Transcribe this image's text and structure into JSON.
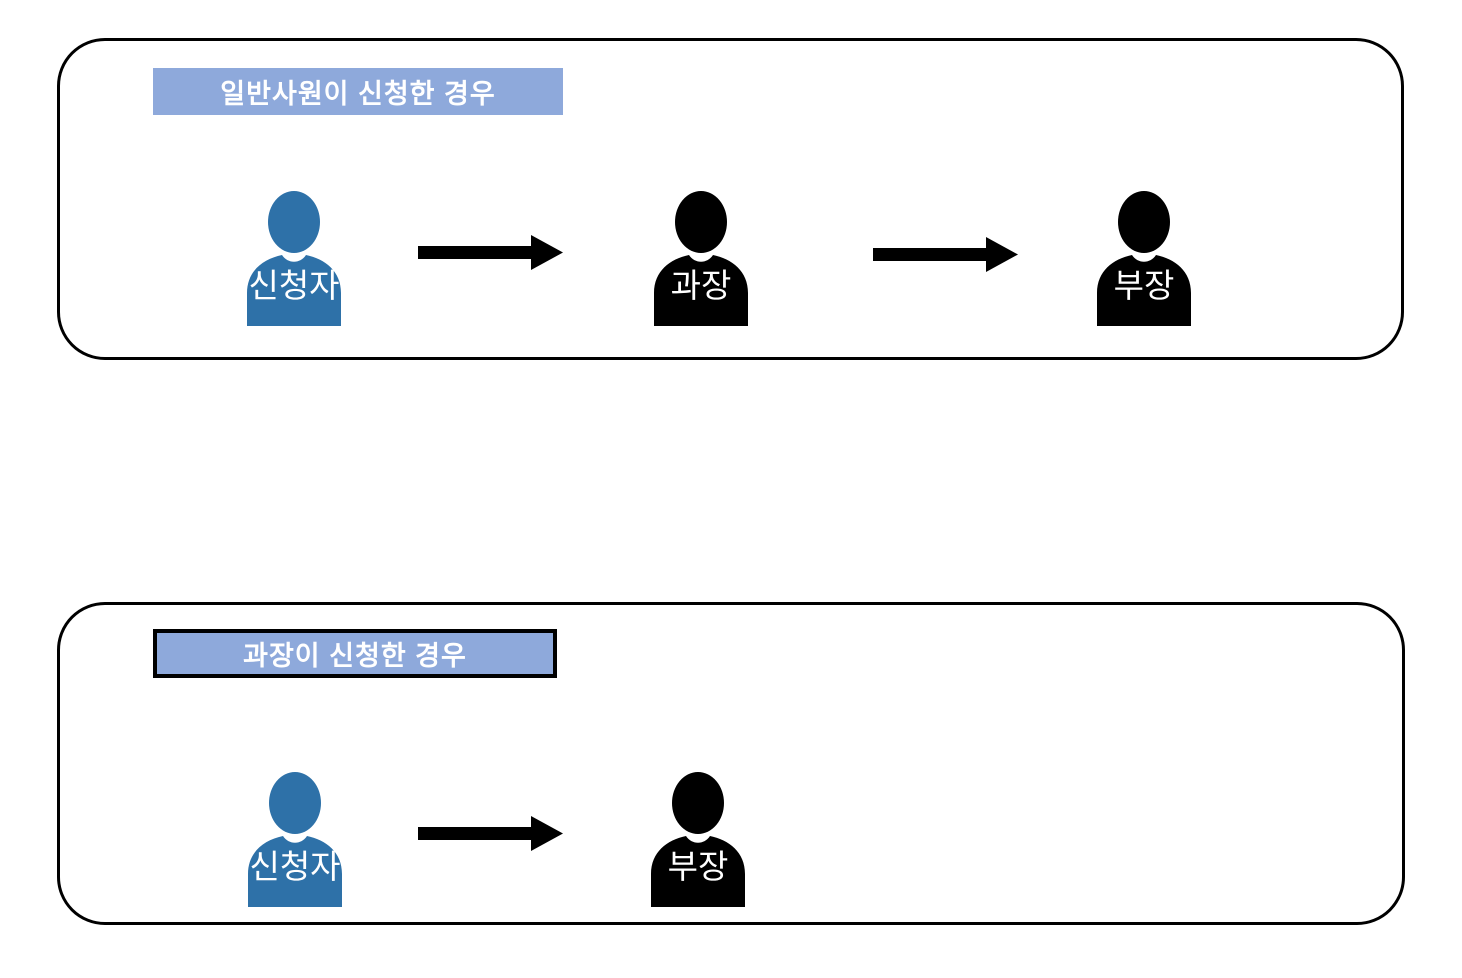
{
  "colors": {
    "applicant_blue": "#2E71A8",
    "approver_black": "#000000",
    "header_fill": "#8EA9DB",
    "header_text": "#FFFFFF",
    "border_black": "#000000",
    "background": "#FFFFFF"
  },
  "icons": {
    "person": "person-silhouette-icon",
    "arrow": "right-arrow-icon"
  },
  "flows": [
    {
      "title": "일반사원이 신청한 경우",
      "title_has_border": false,
      "steps": [
        {
          "label": "신청자",
          "color": "blue"
        },
        {
          "label": "과장",
          "color": "black"
        },
        {
          "label": "부장",
          "color": "black"
        }
      ]
    },
    {
      "title": "과장이 신청한 경우",
      "title_has_border": true,
      "steps": [
        {
          "label": "신청자",
          "color": "blue"
        },
        {
          "label": "부장",
          "color": "black"
        }
      ]
    }
  ]
}
